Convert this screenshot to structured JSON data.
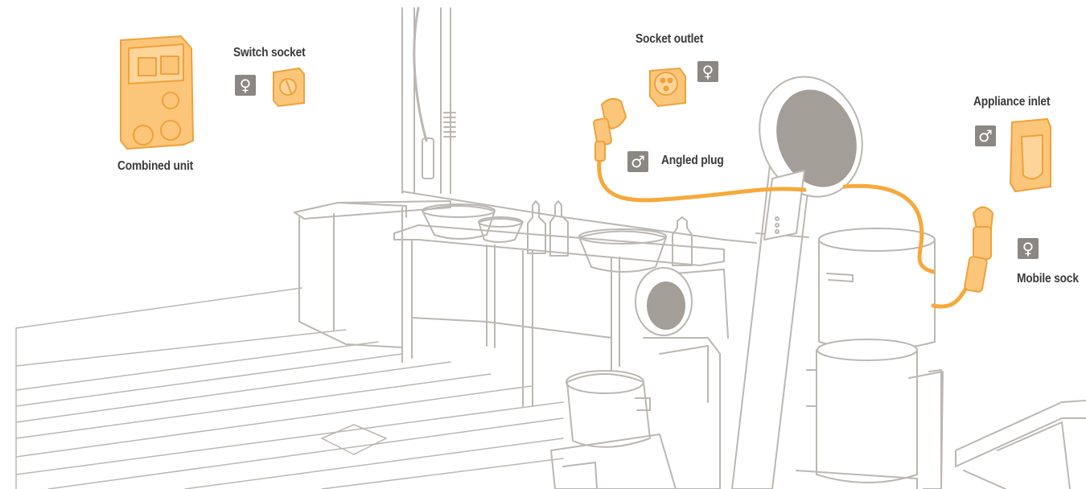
{
  "labels": {
    "combined_unit": "Combined unit",
    "switch_socket": "Switch socket",
    "socket_outlet": "Socket outlet",
    "angled_plug": "Angled plug",
    "appliance_inlet": "Appliance inlet",
    "mobile_socket": "Mobile sock"
  },
  "symbols": {
    "female": "♀",
    "male": "♂"
  },
  "colors": {
    "orange": "#f7a93b",
    "orange_fill": "#fbc67a",
    "line": "#b5b1ac",
    "badge": "#8b8782",
    "dish": "#9a958f",
    "text": "#3a3a3a"
  }
}
